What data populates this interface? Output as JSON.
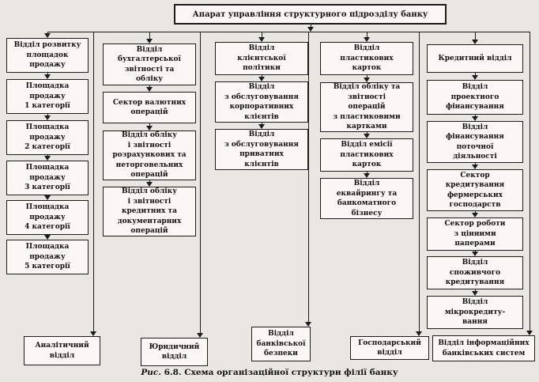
{
  "diagram": {
    "root": "Апарат управління структурного підрозділу банку",
    "columns": [
      {
        "id": "sales-development",
        "boxes": [
          "Відділ розвитку\nплощадок\nпродажу",
          "Площадка\nпродажу\n1 категорії",
          "Площадка\nпродажу\n2 категорії",
          "Площадка\nпродажу\n3 категорії",
          "Площадка\nпродажу\n4 категорії",
          "Площадка\nпродажу\n5 категорії"
        ]
      },
      {
        "id": "accounting",
        "boxes": [
          "Відділ\nбухгалтерської\nзвітності та\nобліку",
          "Сектор валютних\nоперацій",
          "Відділ обліку\nі звітності\nрозрахункових та\nнеторговельних\nоперацій",
          "Відділ обліку\nі звітності\nкредитних та\nдокументарних\nоперацій"
        ]
      },
      {
        "id": "client-policy",
        "boxes": [
          "Відділ\nклієнтської\nполітики",
          "Відділ\nз обслуговування\nкорпоративних\nклієнтів",
          "Відділ\nз обслуговування\nприватних\nклієнтів"
        ]
      },
      {
        "id": "plastic-cards",
        "boxes": [
          "Відділ\nпластикових\nкарток",
          "Відділ обліку та\nзвітності\nоперацій\nз пластиковими\nкартками",
          "Відділ емісії\nпластикових\nкарток",
          "Відділ\nеквайрингу та\nбанкоматного\nбізнесу"
        ]
      },
      {
        "id": "credit",
        "boxes": [
          "Кредитний відділ",
          "Відділ\nпроектного\nфінансування",
          "Відділ\nфінансування\nпоточної\nдіяльності",
          "Сектор\nкредитування\nфермерських\nгосподарств",
          "Сектор роботи\nз цінними\nпаперами",
          "Відділ\nспоживчого\nкредитування",
          "Відділ\nмікрокредиту-\nвання"
        ]
      }
    ],
    "bottom_row": [
      "Аналітичний\nвідділ",
      "Юридичний\nвідділ",
      "Відділ\nбанківської\nбезпеки",
      "Господарський\nвідділ",
      "Відділ інформаційних\nбанківських систем"
    ],
    "caption": {
      "fig_label": "Рис.",
      "fig_number": "6.8.",
      "text": "Схема організаційної структури філії банку"
    }
  },
  "colors": {
    "background": "#e8e7e2",
    "box_fill": "#f9f8f4",
    "line": "#1c1c1c",
    "text": "#14120e"
  }
}
